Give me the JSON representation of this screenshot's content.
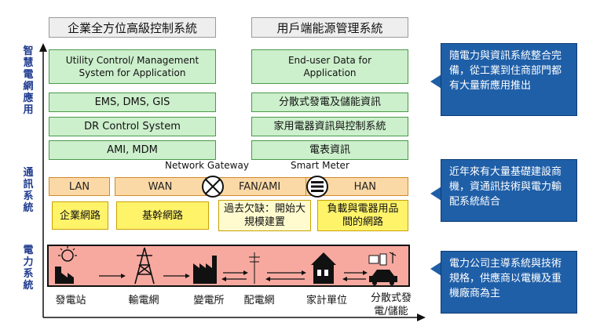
{
  "side_labels": {
    "top": [
      "智",
      "慧",
      "電",
      "網",
      "應",
      "用"
    ],
    "middle": [
      "通",
      "訊",
      "系",
      "統"
    ],
    "bottom": [
      "電",
      "力",
      "系",
      "統"
    ]
  },
  "headers": {
    "left": "企業全方位高級控制系統",
    "right": "用戶端能源管理系統"
  },
  "app_left": [
    "Utility Control/ Management System for Application",
    "EMS, DMS, GIS",
    "DR Control System",
    "AMI, MDM"
  ],
  "app_right": [
    "End-user Data for Application",
    "分散式發電及儲能資訊",
    "家用電器資訊與控制系統",
    "電表資訊"
  ],
  "comm": {
    "network_gateway": "Network Gateway",
    "smart_meter": "Smart Meter",
    "lan": "LAN",
    "wan": "WAN",
    "fan_ami": "FAN/AMI",
    "han": "HAN",
    "enterprise_net": "企業網路",
    "backbone_net": "基幹網路",
    "past_gap": "過去欠缺：開始大規模建置",
    "load_net": "負載與電器用品間的網路"
  },
  "power": [
    "發電站",
    "輸電網",
    "變電所",
    "配電網",
    "家計單位",
    "分散式發電/儲能"
  ],
  "callouts": [
    "隨電力與資訊系統整合完備，從工業到住商部門都有大量新應用推出",
    "近年來有大量基礎建設商機，資通訊技術與電力輸配系統結合",
    "電力公司主導系統與技術規格，供應商以電機及重機廠商為主"
  ],
  "colors": {
    "green": "#ccefcc",
    "orange": "#fbd9a6",
    "yellow": "#fff36a",
    "power_band": "#f7a9a0",
    "callout_blue": "#1f5fa8",
    "side_label": "#1f3b8f"
  }
}
